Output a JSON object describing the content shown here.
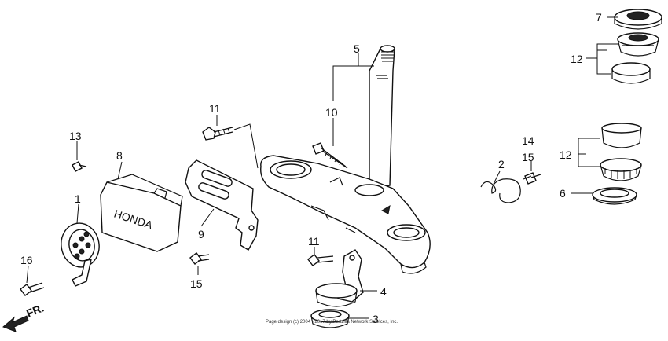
{
  "labels": {
    "p1": "1",
    "p2": "2",
    "p3": "3",
    "p4": "4",
    "p5": "5",
    "p6": "6",
    "p7": "7",
    "p8": "8",
    "p9": "9",
    "p10": "10",
    "p11a": "11",
    "p11b": "11",
    "p12a": "12",
    "p12b": "12",
    "p13": "13",
    "p14": "14",
    "p15a": "15",
    "p15b": "15",
    "p16": "16"
  },
  "direction": "FR.",
  "module_text": "HONDA",
  "copyright": "Page design (c) 2004 - 2017 by Partzilla Network Services, Inc."
}
